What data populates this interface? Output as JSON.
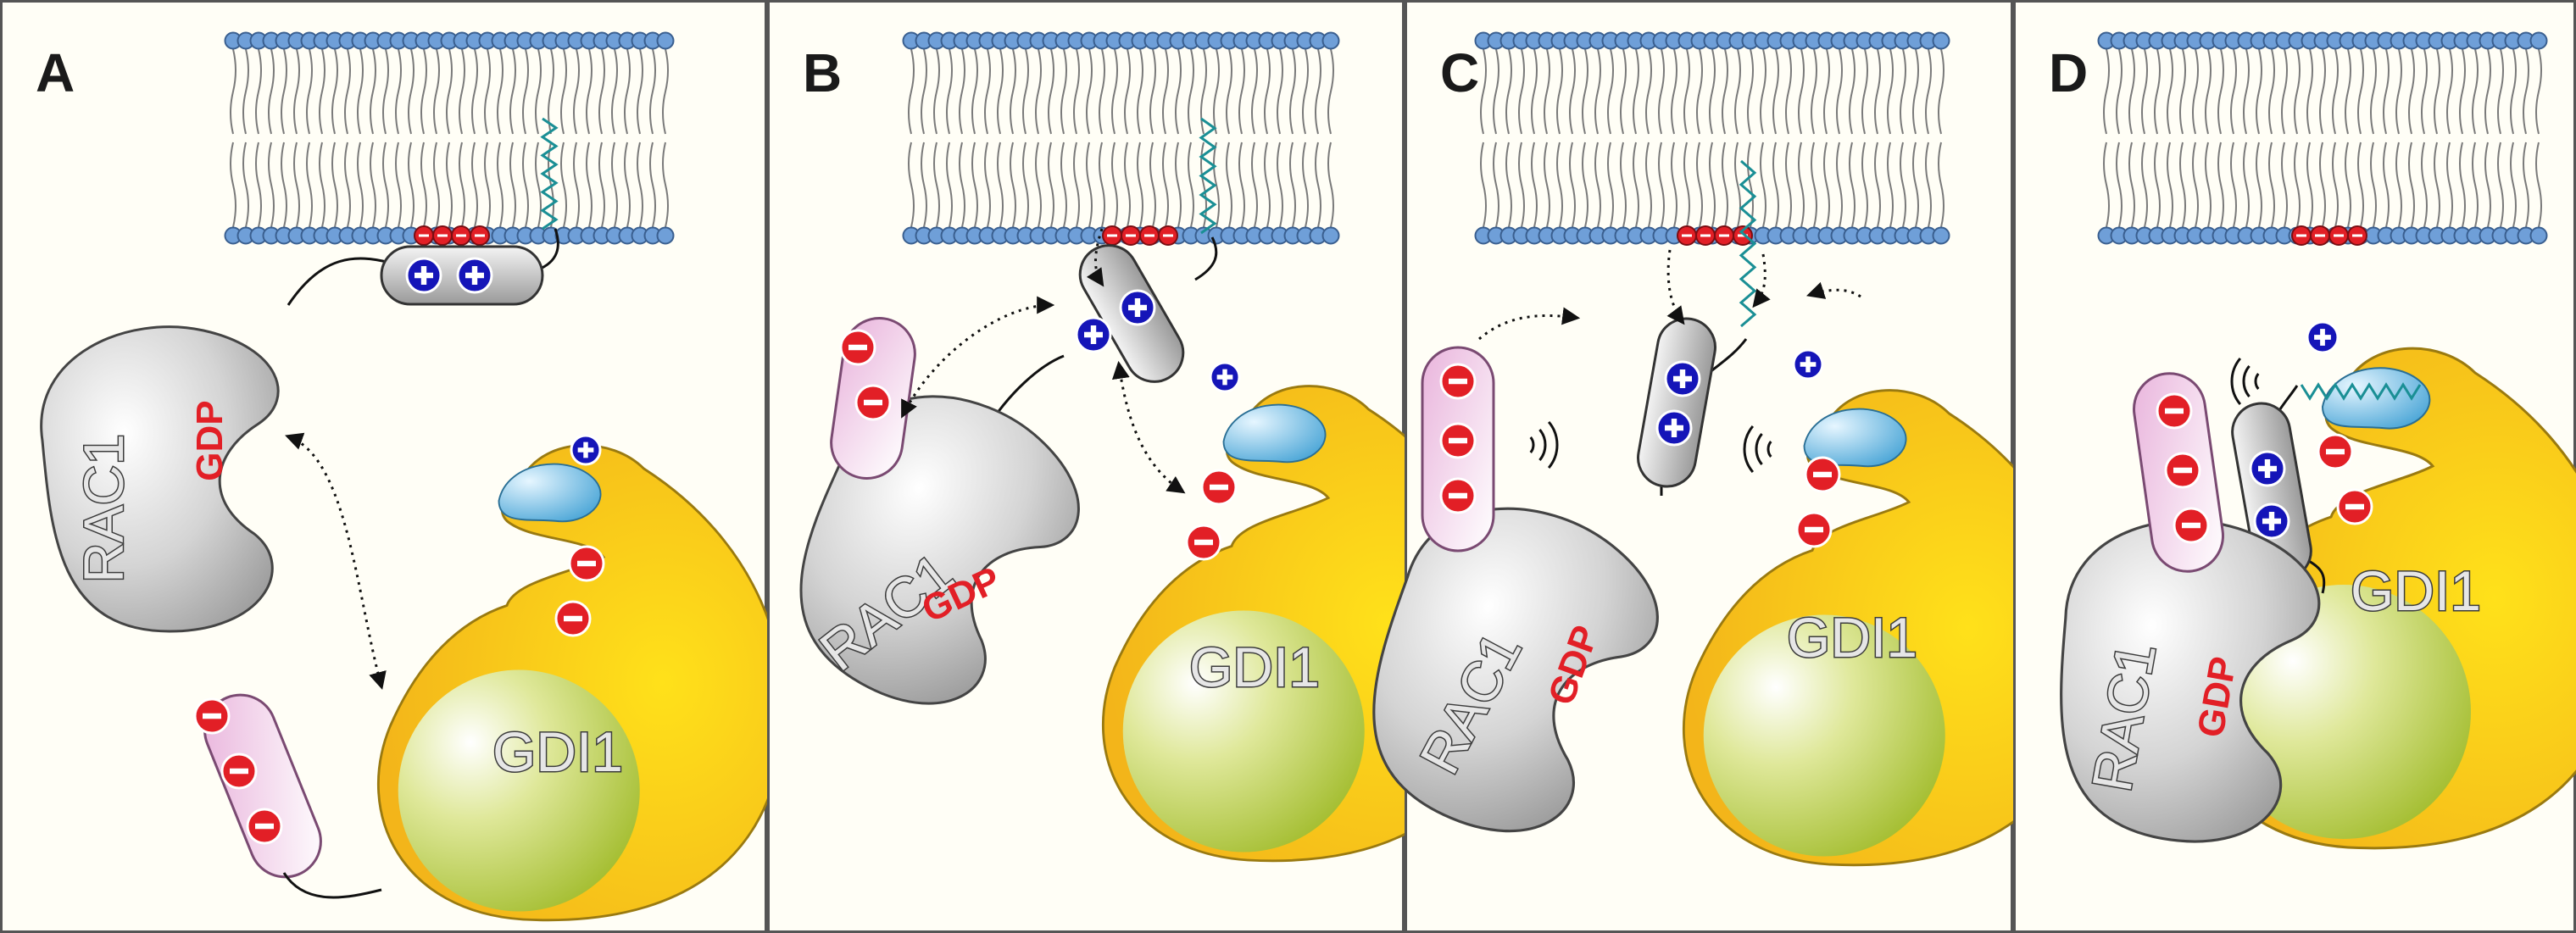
{
  "panels": [
    {
      "letter": "A",
      "rac1": "RAC1",
      "gdp": "GDP",
      "gdi1": "GDI1"
    },
    {
      "letter": "B",
      "rac1": "RAC1",
      "gdp": "GDP",
      "gdi1": "GDI1"
    },
    {
      "letter": "C",
      "rac1": "RAC1",
      "gdp": "GDP",
      "gdi1": "GDI1"
    },
    {
      "letter": "D",
      "rac1": "RAC1",
      "gdp": "GDP",
      "gdi1": "GDI1"
    }
  ],
  "colors": {
    "background": "#fffef6",
    "border": "#555555",
    "lipid_head": "#6f9fd8",
    "lipid_head_stroke": "#3a5f8f",
    "negative_charge": "#e21f26",
    "positive_charge": "#1515b8",
    "rac1": "#b5b5b5",
    "gdi1": "#f7c21a",
    "gdi1_domain": "#a8c23a",
    "pocket": "#63b5e0",
    "acidic_tail": "#d9a6cf",
    "prenyl": "#1a8f95"
  },
  "charges": {
    "positive": "+",
    "negative": "–"
  }
}
